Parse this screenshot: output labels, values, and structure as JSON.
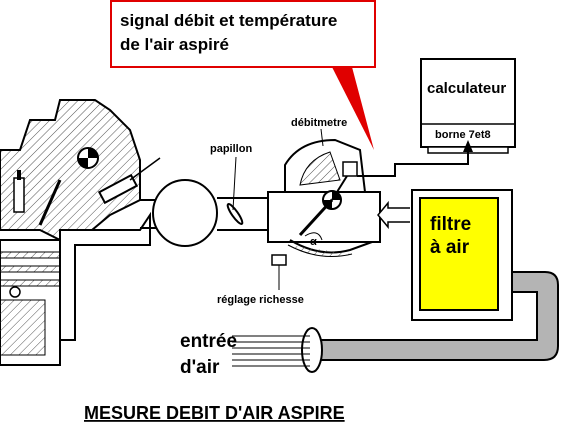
{
  "callout": {
    "line1": "signal débit et température",
    "line2": "de l'air aspiré"
  },
  "computer": {
    "name": "calculateur",
    "terminal": "borne 7et8"
  },
  "labels": {
    "throttle": "papillon",
    "flowmeter": "débitmetre",
    "mixture": "réglage richesse",
    "alpha": "α",
    "filter_line1": "filtre",
    "filter_line2": "à air",
    "intake_line1": "entrée",
    "intake_line2": "d'air"
  },
  "title": "MESURE DEBIT D'AIR ASPIRE",
  "colors": {
    "callout_border": "#e00000",
    "filter": "#ffff00",
    "duct": "#b4b4b4",
    "line": "#000000"
  }
}
